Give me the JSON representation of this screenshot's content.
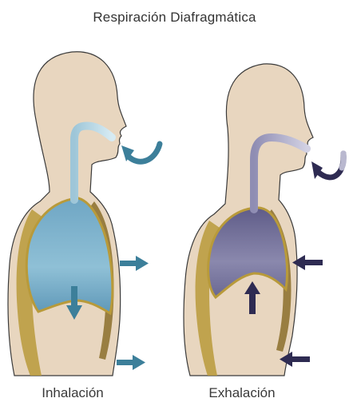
{
  "title": "Respiración Diafragmática",
  "captions": {
    "inhale": "Inhalación",
    "exhale": "Exhalación"
  },
  "colors": {
    "body_fill": "#e8d6bf",
    "body_outline": "#3a3a3a",
    "inhale_lung": "#7fb0c8",
    "exhale_lung": "#7c7aa0",
    "diaphragm_wall": "#b89a3a",
    "inhale_arrow": "#3c7f9a",
    "exhale_arrow": "#2e2b52"
  }
}
